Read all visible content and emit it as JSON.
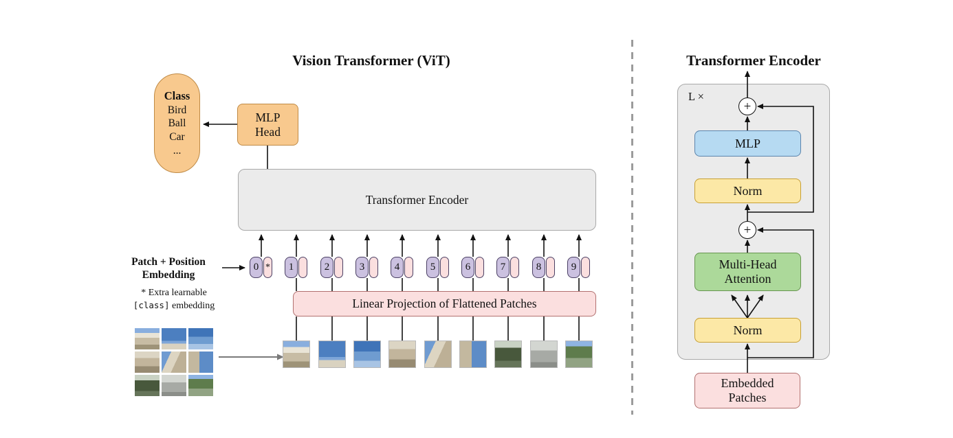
{
  "vit": {
    "title": "Vision Transformer (ViT)",
    "class_pill": {
      "title": "Class",
      "item1": "Bird",
      "item2": "Ball",
      "item3": "Car",
      "item4": "..."
    },
    "mlp_head": "MLP Head",
    "transformer_encoder": "Transformer Encoder",
    "linear_projection": "Linear Projection of Flattened Patches",
    "embedding_label_line1": "Patch + Position",
    "embedding_label_line2": "Embedding",
    "footnote_line1": "* Extra learnable",
    "footnote_class_token": "[class]",
    "footnote_line2_rest": " embedding",
    "class_token_star": "*",
    "tokens": [
      "0",
      "1",
      "2",
      "3",
      "4",
      "5",
      "6",
      "7",
      "8",
      "9"
    ]
  },
  "encoder": {
    "title": "Transformer Encoder",
    "loop_label": "L ×",
    "plus": "+",
    "mlp": "MLP",
    "norm_upper": "Norm",
    "attention": "Multi-Head Attention",
    "norm_lower": "Norm",
    "embedded_patches": "Embedded Patches"
  },
  "colors": {
    "orange": "#F8C98E",
    "orange_border": "#BF8A45",
    "gray_box": "#EBEBEB",
    "gray_border": "#A8A8A8",
    "purple": "#CBC1E0",
    "purple_border": "#4A3F63",
    "pink": "#FBDFDF",
    "pink_border": "#B2706F",
    "blue": "#B6DAF2",
    "blue_border": "#5B84AC",
    "yellow": "#FCE8A6",
    "yellow_border": "#C79F33",
    "green": "#ACD99A",
    "green_border": "#67954F",
    "line": "#111111"
  }
}
